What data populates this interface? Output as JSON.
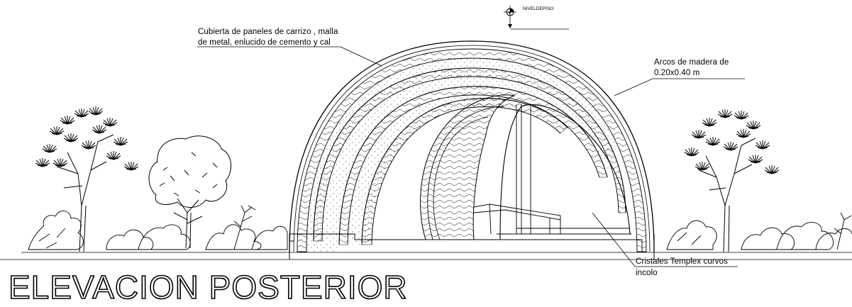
{
  "labels": {
    "nivel": "NIVELDEPISO",
    "cubierta_line1": "Cubierta de paneles de carrizo , malla",
    "cubierta_line2": "de metal, enlucido de cemento y cal",
    "arcos_line1": "Arcos de madera de",
    "arcos_line2": "0.20x0.40 m",
    "cristales_line1": "Cristales Templex curvos",
    "cristales_line2": "incolo"
  },
  "title": "ELEVACION POSTERIOR"
}
